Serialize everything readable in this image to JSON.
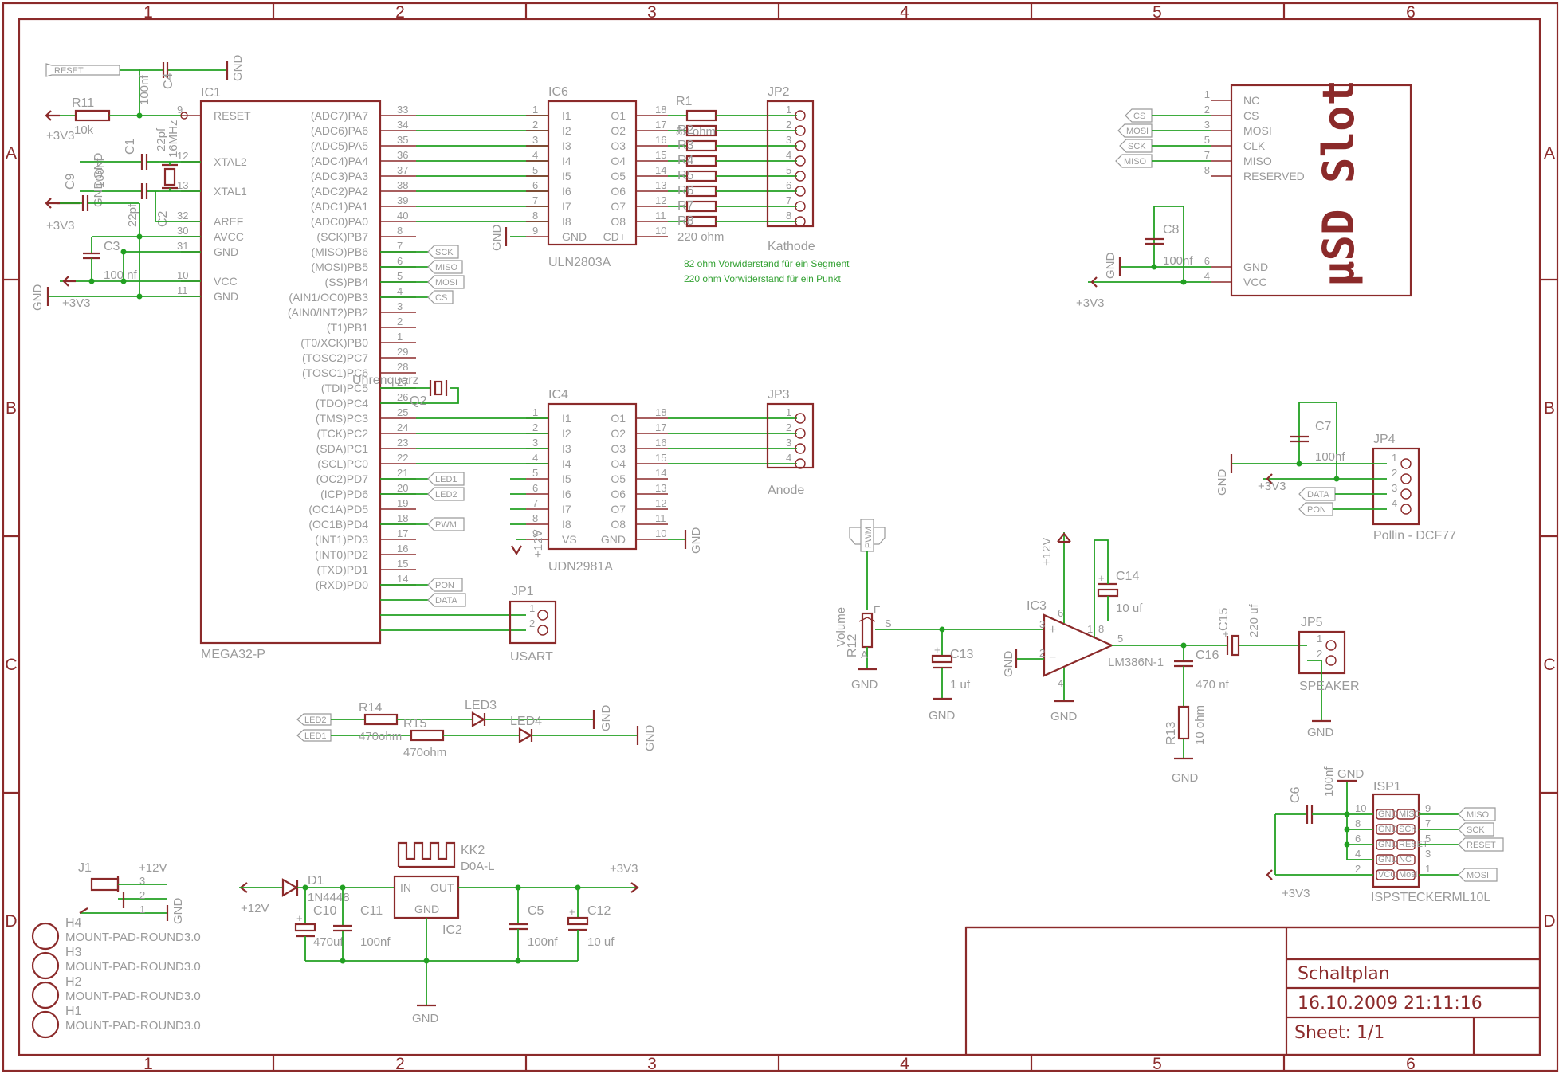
{
  "grid": {
    "columns": [
      "1",
      "2",
      "3",
      "4",
      "5",
      "6"
    ],
    "rows": [
      "A",
      "B",
      "C",
      "D"
    ]
  },
  "ic1": {
    "ref": "IC1",
    "value": "MEGA32-P",
    "left_pins": [
      "RESET",
      "XTAL2",
      "XTAL1",
      "AREF",
      "AVCC",
      "GND",
      "VCC",
      "GND"
    ],
    "left_nums": [
      "9",
      "12",
      "13",
      "32",
      "30",
      "31",
      "10",
      "11"
    ],
    "right_pins": [
      "(ADC7)PA7",
      "(ADC6)PA6",
      "(ADC5)PA5",
      "(ADC4)PA4",
      "(ADC3)PA3",
      "(ADC2)PA2",
      "(ADC1)PA1",
      "(ADC0)PA0",
      "(SCK)PB7",
      "(MISO)PB6",
      "(MOSI)PB5",
      "(SS)PB4",
      "(AIN1/OC0)PB3",
      "(AIN0/INT2)PB2",
      "(T1)PB1",
      "(T0/XCK)PB0",
      "(TOSC2)PC7",
      "(TOSC1)PC6",
      "(TDI)PC5",
      "(TDO)PC4",
      "(TMS)PC3",
      "(TCK)PC2",
      "(SDA)PC1",
      "(SCL)PC0",
      "(OC2)PD7",
      "(ICP)PD6",
      "(OC1A)PD5",
      "(OC1B)PD4",
      "(INT1)PD3",
      "(INT0)PD2",
      "(TXD)PD1",
      "(RXD)PD0"
    ],
    "right_nums": [
      "33",
      "34",
      "35",
      "36",
      "37",
      "38",
      "39",
      "40",
      "8",
      "7",
      "6",
      "5",
      "4",
      "3",
      "2",
      "1",
      "29",
      "28",
      "27",
      "26",
      "25",
      "24",
      "23",
      "22",
      "21",
      "20",
      "19",
      "18",
      "17",
      "16",
      "15",
      "14"
    ]
  },
  "ic6": {
    "ref": "IC6",
    "value": "ULN2803A",
    "left_pins": [
      "I1",
      "I2",
      "I3",
      "I4",
      "I5",
      "I6",
      "I7",
      "I8",
      "GND"
    ],
    "right_pins": [
      "O1",
      "O2",
      "O3",
      "O4",
      "O5",
      "O6",
      "O7",
      "O8",
      "CD+"
    ],
    "left_nums": [
      "1",
      "2",
      "3",
      "4",
      "5",
      "6",
      "7",
      "8",
      "9"
    ],
    "right_nums": [
      "18",
      "17",
      "16",
      "15",
      "14",
      "13",
      "12",
      "11",
      "10"
    ]
  },
  "ic4": {
    "ref": "IC4",
    "value": "UDN2981A",
    "left_pins": [
      "I1",
      "I2",
      "I3",
      "I4",
      "I5",
      "I6",
      "I7",
      "I8",
      "VS"
    ],
    "right_pins": [
      "O1",
      "O2",
      "O3",
      "O4",
      "O5",
      "O6",
      "O7",
      "O8",
      "GND"
    ],
    "left_nums": [
      "1",
      "2",
      "3",
      "4",
      "5",
      "6",
      "7",
      "8",
      "9"
    ],
    "right_nums": [
      "18",
      "17",
      "16",
      "15",
      "14",
      "13",
      "12",
      "11",
      "10"
    ]
  },
  "resistor_array": {
    "labels": [
      "R1",
      "R2",
      "R3",
      "R4",
      "R5",
      "R6",
      "R7",
      "R8"
    ],
    "value_82": "82 ohm",
    "value_220": "220 ohm"
  },
  "jp2": {
    "ref": "JP2",
    "name": "Kathode",
    "pins": [
      "1",
      "2",
      "3",
      "4",
      "5",
      "6",
      "7",
      "8"
    ]
  },
  "jp3": {
    "ref": "JP3",
    "name": "Anode",
    "pins": [
      "1",
      "2",
      "3",
      "4"
    ]
  },
  "jp1": {
    "ref": "JP1",
    "name": "USART",
    "pins": [
      "1",
      "2"
    ]
  },
  "jp4": {
    "ref": "JP4",
    "name": "Pollin - DCF77",
    "pins": [
      "1",
      "2",
      "3",
      "4"
    ]
  },
  "jp5": {
    "ref": "JP5",
    "name": "SPEAKER",
    "pins": [
      "1",
      "2"
    ]
  },
  "notes": [
    "82 ohm Vorwiderstand für ein Segment",
    "220 ohm Vorwiderstand für ein Punkt"
  ],
  "sd_slot": {
    "title": "µSD Slot",
    "pins": [
      "NC",
      "CS",
      "MOSI",
      "CLK",
      "MISO",
      "RESERVED",
      "GND",
      "VCC"
    ],
    "nums": [
      "1",
      "2",
      "3",
      "5",
      "7",
      "8",
      "6",
      "4"
    ]
  },
  "isp": {
    "ref": "ISP1",
    "value": "ISPSTECKERML10L",
    "left_nums": [
      "10",
      "8",
      "6",
      "4",
      "2"
    ],
    "right_nums": [
      "9",
      "7",
      "5",
      "3",
      "1"
    ],
    "left_pads": [
      "GND",
      "GND",
      "GND",
      "GND",
      "VCC"
    ],
    "right_pads": [
      "MISO",
      "SCK",
      "RESET",
      "NC",
      "Mosi"
    ]
  },
  "flags": {
    "reset": "RESET",
    "sck": "SCK",
    "miso": "MISO",
    "mosi": "MOSI",
    "cs": "CS",
    "led1": "LED1",
    "led2": "LED2",
    "pwm": "PWM",
    "pon": "PON",
    "data": "DATA"
  },
  "power": {
    "gnd": "GND",
    "v33": "+3V3",
    "v12": "+12V"
  },
  "parts": {
    "r11": "R11",
    "r11_val": "10k",
    "c4": "C4",
    "c4_val": "100nf",
    "c1": "C1",
    "c1_val": "22pf",
    "c2": "C2",
    "c2_val": "22pf",
    "q1_val": "16MHz",
    "c9": "C9",
    "c9_val": "100nf",
    "c3": "C3",
    "c3_val": "100 nf",
    "q2": "Q2",
    "q2_val": "Uhrenquarz",
    "c8": "C8",
    "c8_val": "100nf",
    "c7": "C7",
    "c7_val": "100nf",
    "r12": "R12",
    "r12_val": "Volume",
    "ic3": "IC3",
    "ic3_val": "LM386N-1",
    "c13": "C13",
    "c13_val": "1 uf",
    "c14": "C14",
    "c14_val": "10 uf",
    "c15": "C15",
    "c15_val": "220 uf",
    "c16": "C16",
    "c16_val": "470 nf",
    "r13": "R13",
    "r13_val": "10 ohm",
    "c6": "C6",
    "c6_val": "100nf",
    "r14": "R14",
    "r14_val": "470ohm",
    "r15": "R15",
    "r15_val": "470ohm",
    "led3": "LED3",
    "led4": "LED4",
    "j1": "J1",
    "d1": "D1",
    "d1_val": "1N4448",
    "kk2": "KK2",
    "kk2_val": "D0A-L",
    "ic2": "IC2",
    "c10": "C10",
    "c10_val": "470uf",
    "c11": "C11",
    "c11_val": "100nf",
    "c5": "C5",
    "c5_val": "100nf",
    "c12": "C12",
    "c12_val": "10 uf",
    "ic2_in": "IN",
    "ic2_out": "OUT",
    "ic2_gnd": "GND",
    "pot_a": "A",
    "pot_e": "E",
    "pot_s": "S"
  },
  "mount_pads": [
    {
      "ref": "H4",
      "value": "MOUNT-PAD-ROUND3.0"
    },
    {
      "ref": "H3",
      "value": "MOUNT-PAD-ROUND3.0"
    },
    {
      "ref": "H2",
      "value": "MOUNT-PAD-ROUND3.0"
    },
    {
      "ref": "H1",
      "value": "MOUNT-PAD-ROUND3.0"
    }
  ],
  "title_block": {
    "title": "Schaltplan",
    "date": "16.10.2009 21:11:16",
    "sheet": "Sheet: 1/1"
  }
}
